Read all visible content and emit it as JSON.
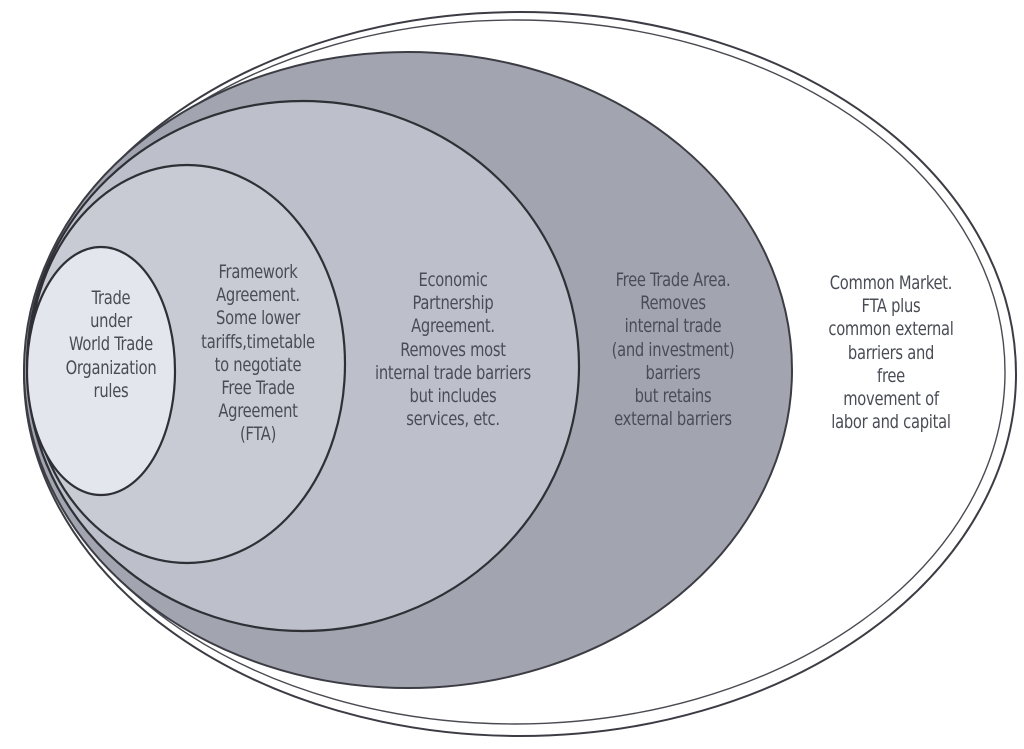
{
  "diagram": {
    "type": "nested-ellipses",
    "colors": {
      "background": "#ffffff",
      "outline": "#3c3d44",
      "text": "#4a4c55",
      "common_market_fill": "#ffffff",
      "fta_fill": "#9fa2ad",
      "epa_fill": "#bcbfc9",
      "framework_fill": "#c7cad3",
      "wto_fill": "#e4e6ee"
    },
    "levels": [
      {
        "id": "wto",
        "title": "Trade under World Trade Organization rules",
        "lines": [
          "Trade",
          "under",
          "World Trade",
          "Organization",
          "rules"
        ]
      },
      {
        "id": "framework",
        "title": "Framework Agreement.",
        "lines": [
          "Framework",
          "Agreement.",
          "Some lower",
          "tariffs,timetable",
          "to negotiate",
          "Free Trade",
          "Agreement",
          "(FTA)"
        ]
      },
      {
        "id": "epa",
        "title": "Economic Partnership Agreement.",
        "lines": [
          "Economic",
          "Partnership",
          "Agreement.",
          "Removes most",
          "internal trade barriers",
          "but includes",
          "services, etc."
        ]
      },
      {
        "id": "fta",
        "title": "Free Trade Area.",
        "lines": [
          "Free Trade Area.",
          "Removes",
          "internal trade",
          "(and investment)",
          "barriers",
          "but retains",
          "external barriers"
        ]
      },
      {
        "id": "common_market",
        "title": "Common Market.",
        "lines": [
          "Common Market.",
          "FTA plus",
          "common external",
          "barriers and",
          "free",
          "movement of",
          "labor and capital"
        ]
      }
    ]
  }
}
